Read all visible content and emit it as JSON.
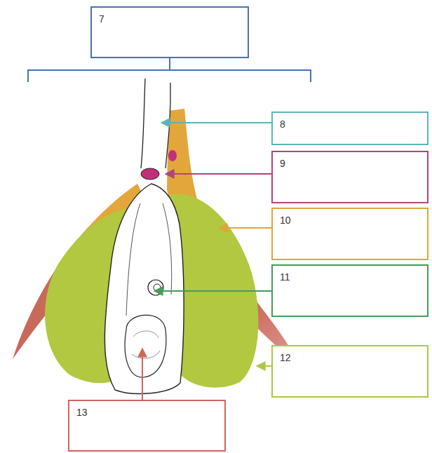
{
  "diagram": {
    "nodes": [
      {
        "text": [
          "7"
        ]
      },
      {
        "text": [
          "8"
        ]
      },
      {
        "text": [
          "9"
        ]
      },
      {
        "text": [
          "10"
        ]
      },
      {
        "text": [
          "11"
        ]
      },
      {
        "text": [
          "12"
        ]
      },
      {
        "text": [
          "13"
        ]
      }
    ]
  }
}
